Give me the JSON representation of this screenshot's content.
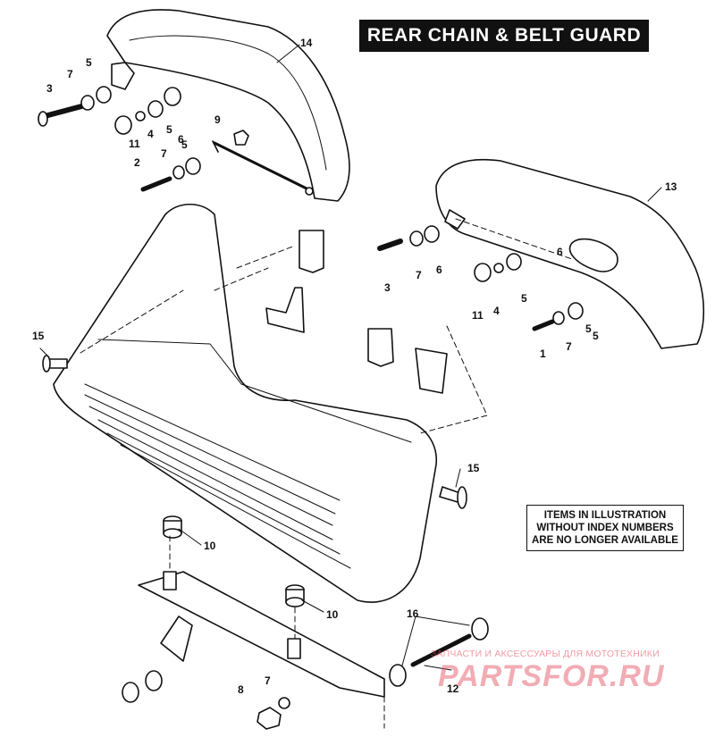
{
  "title": "REAR CHAIN & BELT GUARD",
  "note": [
    "ITEMS IN ILLUSTRATION",
    "WITHOUT INDEX NUMBERS",
    "ARE NO LONGER AVAILABLE"
  ],
  "watermark": {
    "line": "ЗАПЧАСТИ И АКСЕССУАРЫ ДЛЯ МОТОТЕХНИКИ",
    "brand": "PARTSFOR.RU"
  },
  "callouts": [
    "14",
    "7",
    "5",
    "3",
    "5",
    "4",
    "11",
    "5",
    "9",
    "2",
    "7",
    "6",
    "6",
    "13",
    "3",
    "7",
    "6",
    "5",
    "11",
    "4",
    "5",
    "1",
    "7",
    "5",
    "15",
    "15",
    "10",
    "10",
    "16",
    "8",
    "7",
    "12"
  ]
}
